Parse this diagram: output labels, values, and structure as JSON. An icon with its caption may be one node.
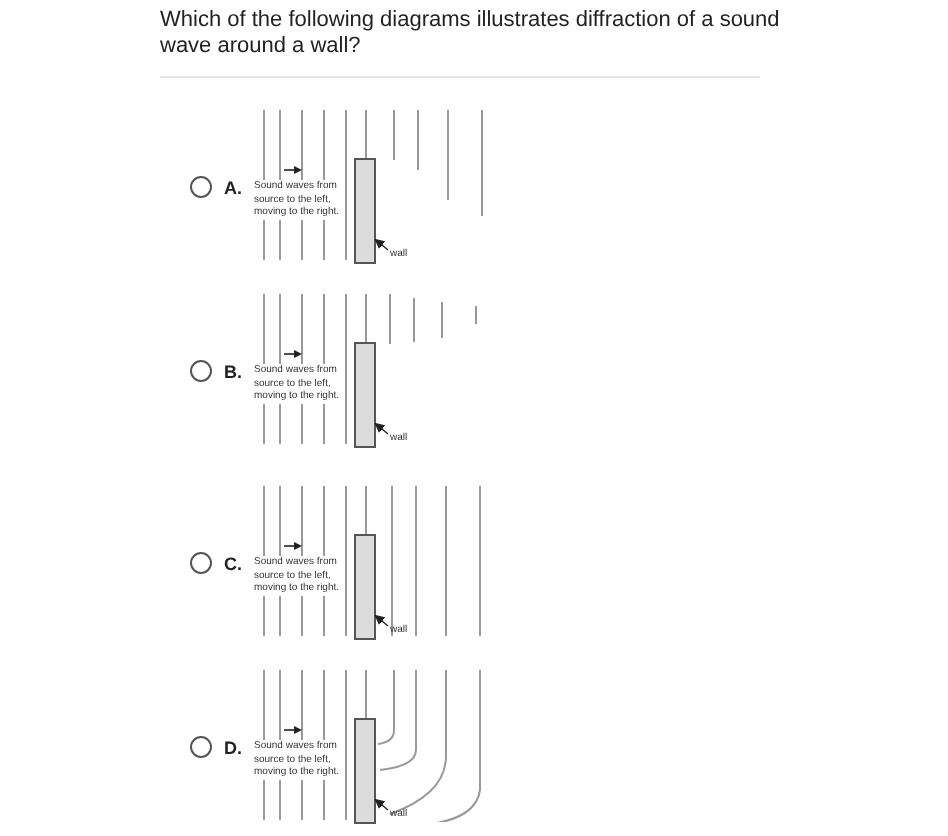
{
  "diagram": {
    "title": "Which of the following diagrams illustrates diffraction of a sound wave around a wall?",
    "nodes": [
      {
        "text": [],
        "shape": "box"
      },
      {
        "text": [
          "wall"
        ]
      },
      {
        "text": [],
        "shape": "box"
      },
      {
        "text": [
          "wall"
        ]
      },
      {
        "text": [],
        "shape": "box"
      },
      {
        "text": [
          "wall"
        ]
      },
      {
        "text": [],
        "shape": "box"
      },
      {
        "text": [
          "wall"
        ]
      }
    ],
    "edges": [
      {
        "from": 1,
        "to": 0,
        "arrow": "to"
      },
      {
        "from": 3,
        "to": 2,
        "arrow": "to"
      },
      {
        "from": 5,
        "to": 4,
        "arrow": "to"
      },
      {
        "from": 7,
        "to": 6,
        "arrow": "to"
      }
    ],
    "labels": [
      "A.",
      "Sound waves from source to the left, moving to the right.",
      "B.",
      "Sound waves from source to the left, moving to the right.",
      "C.",
      "Sound waves from source to the left, moving to the right.",
      "D.",
      "Sound waves from source to the left, moving to the right."
    ]
  }
}
